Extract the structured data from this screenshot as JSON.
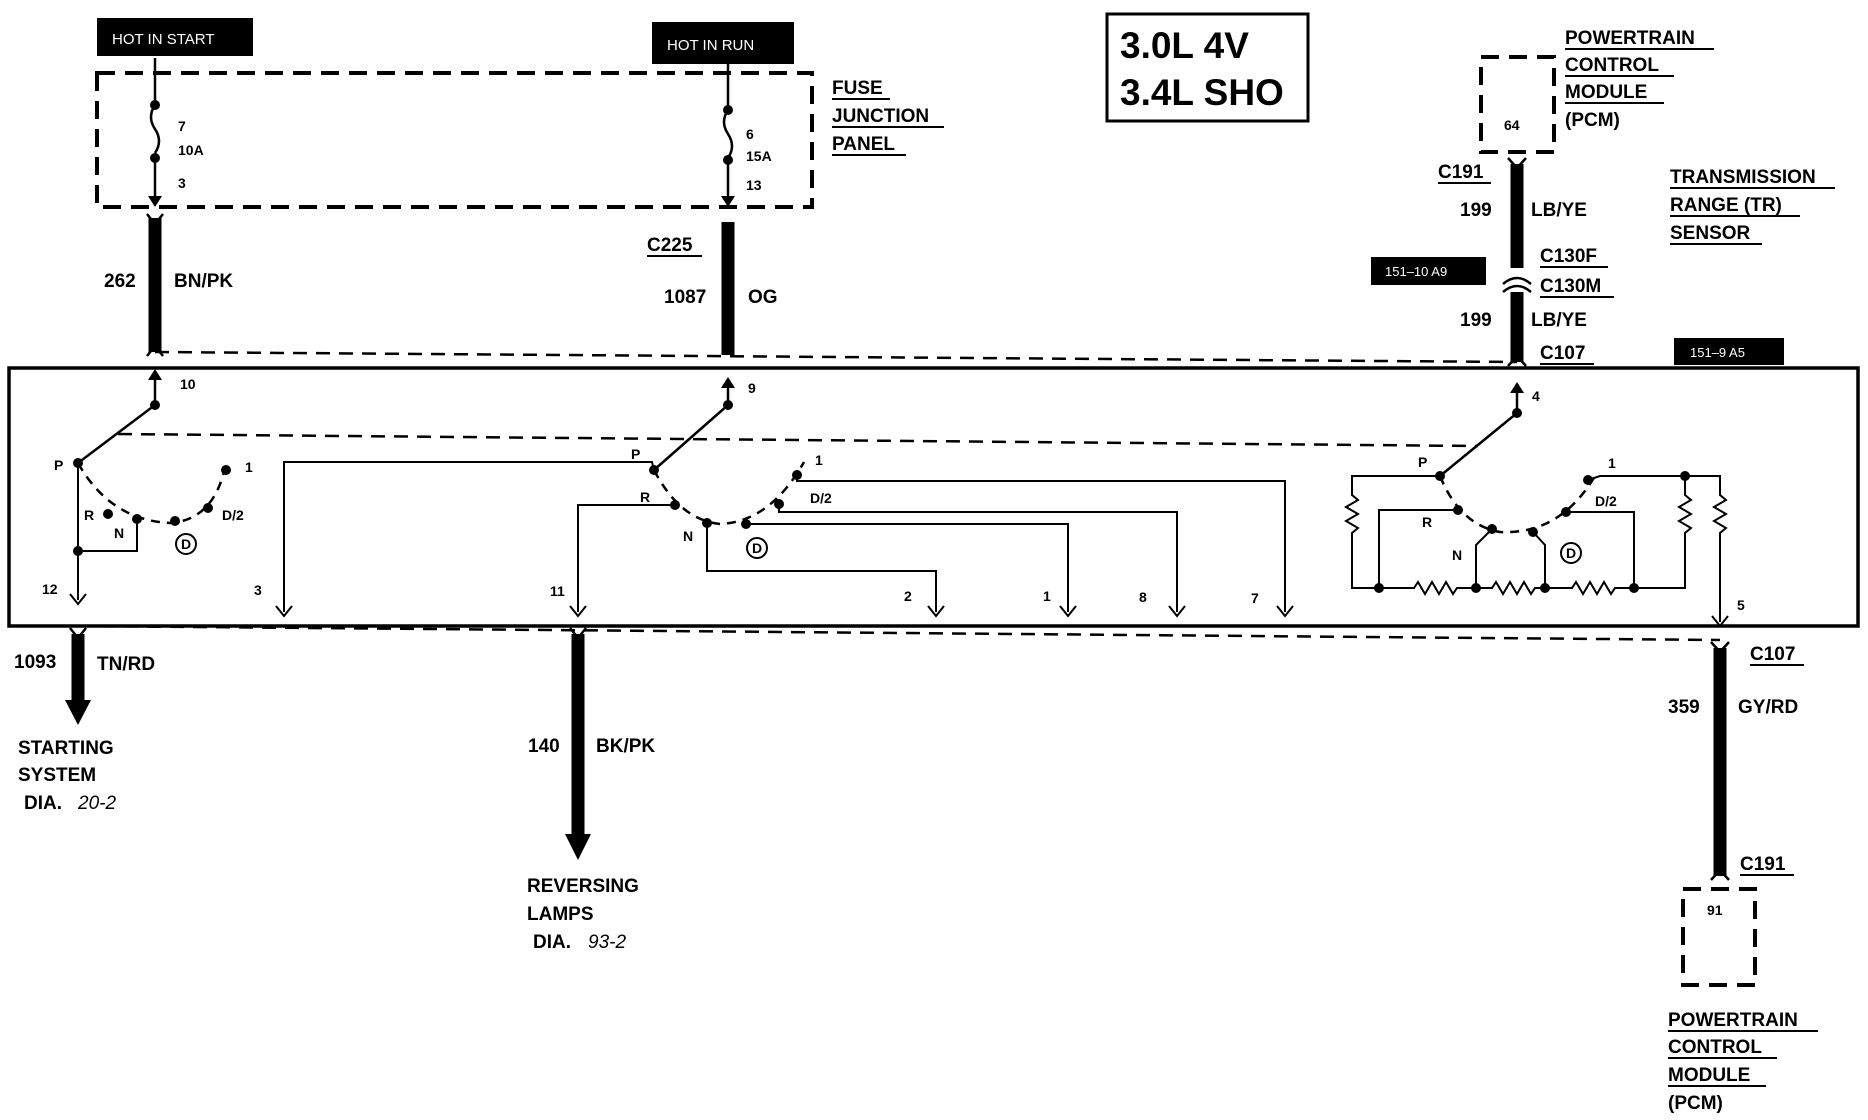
{
  "title": {
    "line1": "3.0L 4V",
    "line2": "3.4L SHO"
  },
  "tags": {
    "hot_in_start": "HOT IN START",
    "hot_in_run": "HOT IN RUN",
    "ref_c130": "151–10 A9",
    "ref_c107": "151–9 A5"
  },
  "fuse_panel": {
    "name_l1": "FUSE",
    "name_l2": "JUNCTION",
    "name_l3": "PANEL",
    "fuse7": {
      "num": "7",
      "rating": "10A",
      "term": "3"
    },
    "fuse6": {
      "num": "6",
      "rating": "15A",
      "term": "13"
    }
  },
  "pcm_top": {
    "name_l1": "POWERTRAIN",
    "name_l2": "CONTROL",
    "name_l3": "MODULE",
    "name_l4": "(PCM)",
    "pin": "64"
  },
  "pcm_bottom": {
    "name_l1": "POWERTRAIN",
    "name_l2": "CONTROL",
    "name_l3": "MODULE",
    "name_l4": "(PCM)",
    "pin": "91"
  },
  "sensor": {
    "name_l1": "TRANSMISSION",
    "name_l2": "RANGE (TR)",
    "name_l3": "SENSOR"
  },
  "wires": {
    "w262": {
      "circuit": "262",
      "color": "BN/PK"
    },
    "w1087": {
      "circuit": "1087",
      "color": "OG"
    },
    "w199a": {
      "circuit": "199",
      "color": "LB/YE"
    },
    "w199b": {
      "circuit": "199",
      "color": "LB/YE"
    },
    "w1093": {
      "circuit": "1093",
      "color": "TN/RD"
    },
    "w140": {
      "circuit": "140",
      "color": "BK/PK"
    },
    "w359": {
      "circuit": "359",
      "color": "GY/RD"
    }
  },
  "connectors": {
    "c225": "C225",
    "c191_top": "C191",
    "c130f": "C130F",
    "c130m": "C130M",
    "c107_top": "C107",
    "c107_bottom": "C107",
    "c191_bottom": "C191"
  },
  "pins": {
    "p10": "10",
    "p9": "9",
    "p4": "4",
    "p12": "12",
    "p3": "3",
    "p11": "11",
    "p2": "2",
    "p1": "1",
    "p8": "8",
    "p7": "7",
    "p5": "5"
  },
  "positions": {
    "P": "P",
    "R": "R",
    "N": "N",
    "D": "D",
    "D2": "D/2",
    "one": "1"
  },
  "destinations": {
    "starting": {
      "l1": "STARTING",
      "l2": "SYSTEM",
      "dia": "DIA.",
      "ref": "20-2"
    },
    "reversing": {
      "l1": "REVERSING",
      "l2": "LAMPS",
      "dia": "DIA.",
      "ref": "93-2"
    }
  }
}
